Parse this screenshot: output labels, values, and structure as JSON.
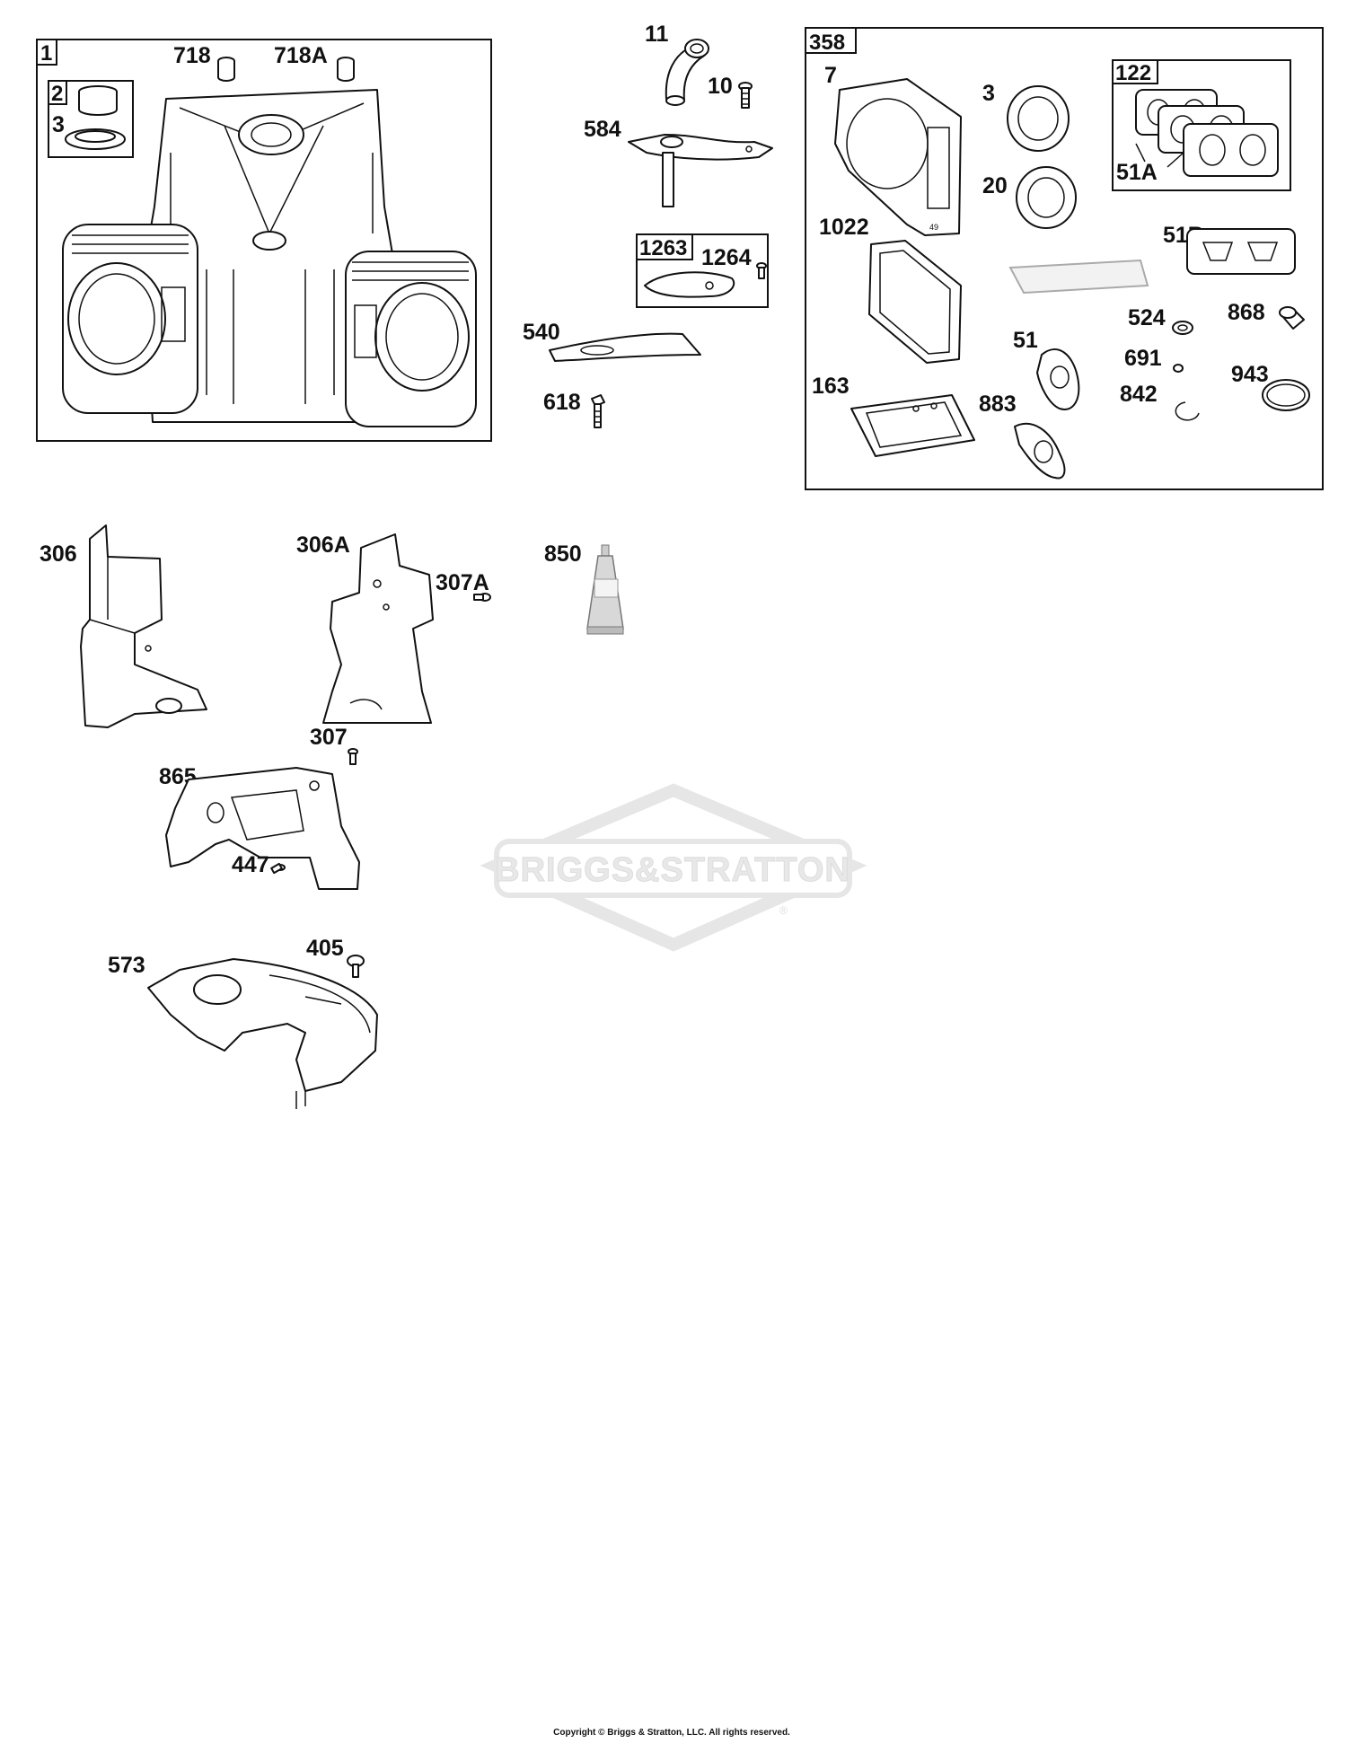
{
  "diagram": {
    "boxes": {
      "cylinder_box": "1",
      "seal_box": "2",
      "governor_box": "1263",
      "gasket_set_box": "358",
      "carb_gasket_box": "122"
    },
    "labels": {
      "p718": "718",
      "p718a": "718A",
      "p3_left": "3",
      "p11": "11",
      "p10": "10",
      "p584": "584",
      "p1264": "1264",
      "p540": "540",
      "p618": "618",
      "p7": "7",
      "p3_right": "3",
      "p20": "20",
      "p51a": "51A",
      "p1022": "1022",
      "p51b": "51B",
      "p524": "524",
      "p868": "868",
      "p51": "51",
      "p691": "691",
      "p943": "943",
      "p163": "163",
      "p883": "883",
      "p842": "842",
      "p306": "306",
      "p306a": "306A",
      "p307a": "307A",
      "p850": "850",
      "p307": "307",
      "p865": "865",
      "p447": "447",
      "p405": "405",
      "p573": "573"
    },
    "watermark": "BRIGGS&STRATTON",
    "registered_mark": "®",
    "copyright": "Copyright © Briggs & Stratton, LLC. All rights reserved."
  }
}
